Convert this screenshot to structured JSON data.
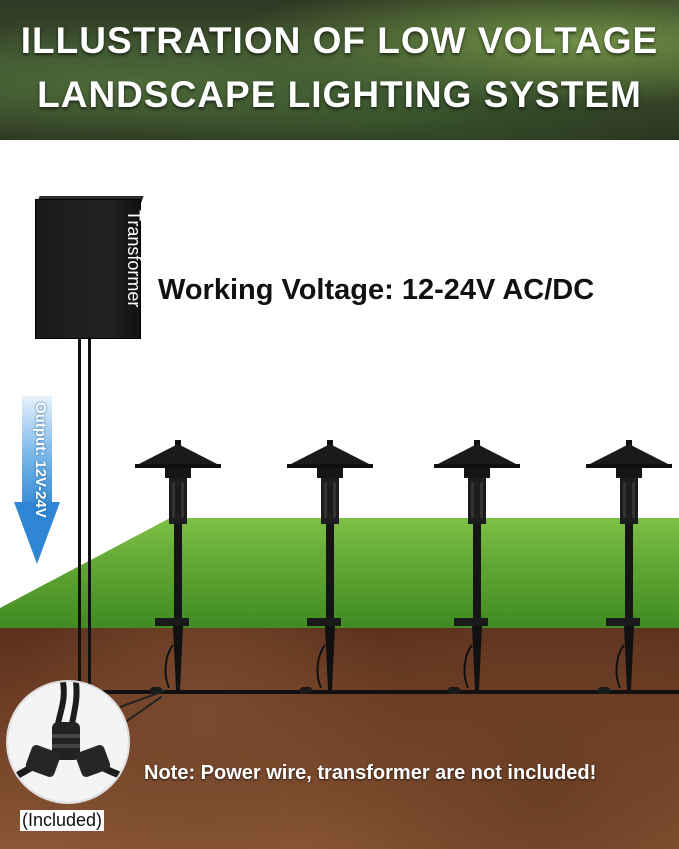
{
  "header": {
    "title_line1": "ILLUSTRATION OF LOW VOLTAGE",
    "title_line2": "LANDSCAPE LIGHTING SYSTEM"
  },
  "transformer": {
    "label": "Transformer"
  },
  "working_voltage": "Working Voltage: 12-24V AC/DC",
  "output": {
    "label": "Output: 12V-24V",
    "arrow_color": "#2e86d4"
  },
  "inset": {
    "label": "(Included)"
  },
  "note": "Note: Power wire, transformer are not included!",
  "colors": {
    "grass": "#5fa533",
    "soil": "#6e3d24",
    "fixture": "#1a1a1a"
  },
  "fixtures": [
    {
      "name": "path-light-1"
    },
    {
      "name": "path-light-2"
    },
    {
      "name": "path-light-3"
    },
    {
      "name": "path-light-4"
    }
  ]
}
